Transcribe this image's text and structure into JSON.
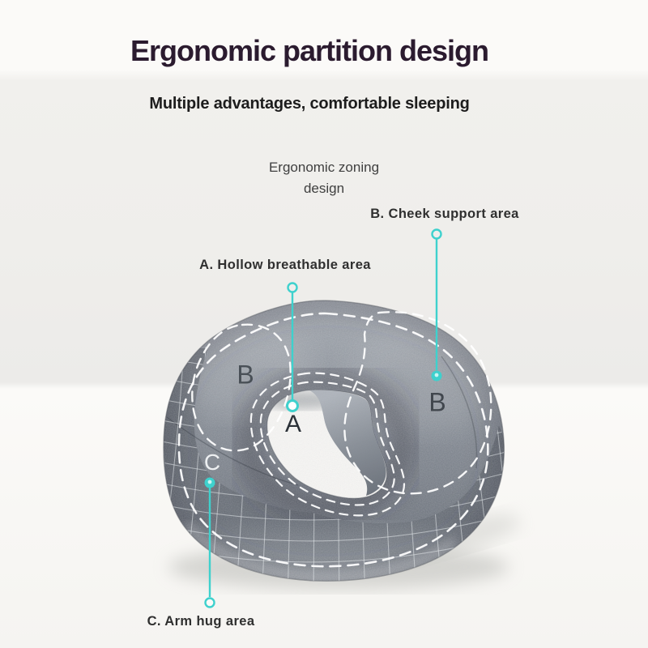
{
  "header": {
    "title": "Ergonomic partition design",
    "subtitle": "Multiple advantages, comfortable sleeping"
  },
  "diagram": {
    "caption": "Ergonomic zoning design",
    "labels": {
      "hollow": "A. Hollow breathable area",
      "cheek": "B. Cheek support area",
      "arm": "C. Arm hug area"
    },
    "zone_letters": {
      "a": "A",
      "b_left": "B",
      "b_right": "B",
      "c": "C"
    }
  },
  "colors": {
    "accent_teal": "#3ed1cd",
    "title_text": "#2b1b2f",
    "subtitle_text": "#1d1d1d",
    "label_text": "#2f2f2f",
    "pillow_gray": "#868c94",
    "backdrop_wall": "#efeeeb",
    "backdrop_floor": "#fbfaf8"
  }
}
